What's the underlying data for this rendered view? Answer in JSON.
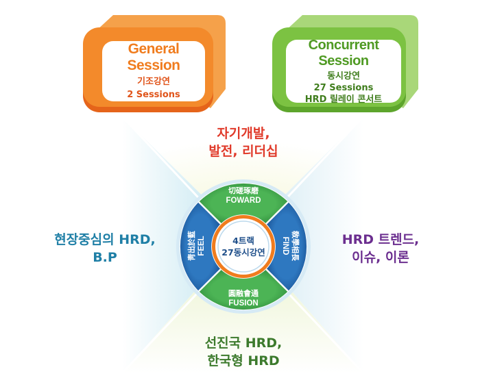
{
  "general_session": {
    "title": "General Session",
    "line1": "기조강연",
    "line2": "2 Sessions"
  },
  "concurrent_session": {
    "title": "Concurrent Session",
    "line1": "동시강연",
    "line2": "27 Sessions",
    "line3": "HRD 릴레이 콘서트"
  },
  "top_text": {
    "line1": "자기개발,",
    "line2": "발전, 리더십"
  },
  "left_text": {
    "line1": "현장중심의 HRD,",
    "line2": "B.P"
  },
  "right_text": {
    "line1": "HRD 트렌드,",
    "line2": "이슈, 이론"
  },
  "bottom_text": {
    "line1": "선진국 HRD,",
    "line2": "한국형 HRD"
  },
  "wheel": {
    "center_line1": "4트랙",
    "center_line2": "27동시강연",
    "top_hanja": "切磋琢磨",
    "top_en": "FOWARD",
    "bottom_hanja": "圓融會通",
    "bottom_en": "FUSION",
    "left_hanja": "靑出於藍",
    "left_en": "FEEL",
    "right_hanja": "敎學相長",
    "right_en": "FIND"
  },
  "colors": {
    "orange": "#f07c1e",
    "green": "#7cc242",
    "red_text": "#e03a2a",
    "blue_text": "#1f7fa6",
    "purple_text": "#6b2e8f",
    "green_text": "#3c7a2c",
    "wheel_blue": "#1c5fa8",
    "wheel_green": "#3aa447"
  }
}
